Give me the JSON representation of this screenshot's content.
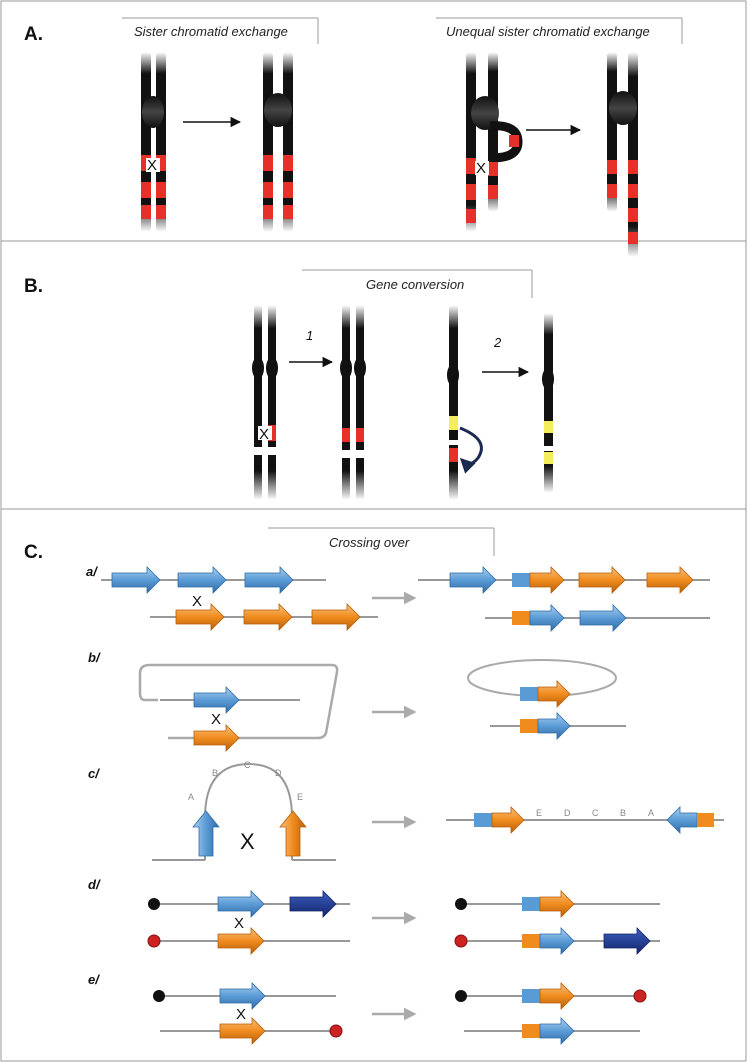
{
  "panels": {
    "a": {
      "letter": "A.",
      "left_title": "Sister chromatid exchange",
      "right_title": "Unequal sister chromatid exchange",
      "x_mark": "X"
    },
    "b": {
      "letter": "B.",
      "title": "Gene conversion",
      "step1": "1",
      "step2": "2",
      "x_mark": "X"
    },
    "c": {
      "letter": "C.",
      "title": "Crossing over",
      "rows": [
        {
          "label": "a/",
          "x_mark": "X"
        },
        {
          "label": "b/",
          "x_mark": "X"
        },
        {
          "label": "c/",
          "x_mark": "X",
          "loop_letters": [
            "A",
            "B",
            "C",
            "D",
            "E"
          ],
          "result_letters": [
            "E",
            "D",
            "C",
            "B",
            "A"
          ]
        },
        {
          "label": "d/",
          "x_mark": "X"
        },
        {
          "label": "e/",
          "x_mark": "X"
        }
      ]
    }
  },
  "colors": {
    "gene_blue": "#5b9bd5",
    "gene_orange": "#f08c1e",
    "gene_navy": "#1f3a93",
    "chromosome_band_red": "#e8302a",
    "chromosome_band_yellow": "#f4ee5a",
    "line_gray": "#999999",
    "telomere_black": "#111111",
    "telomere_red": "#cc2222"
  }
}
